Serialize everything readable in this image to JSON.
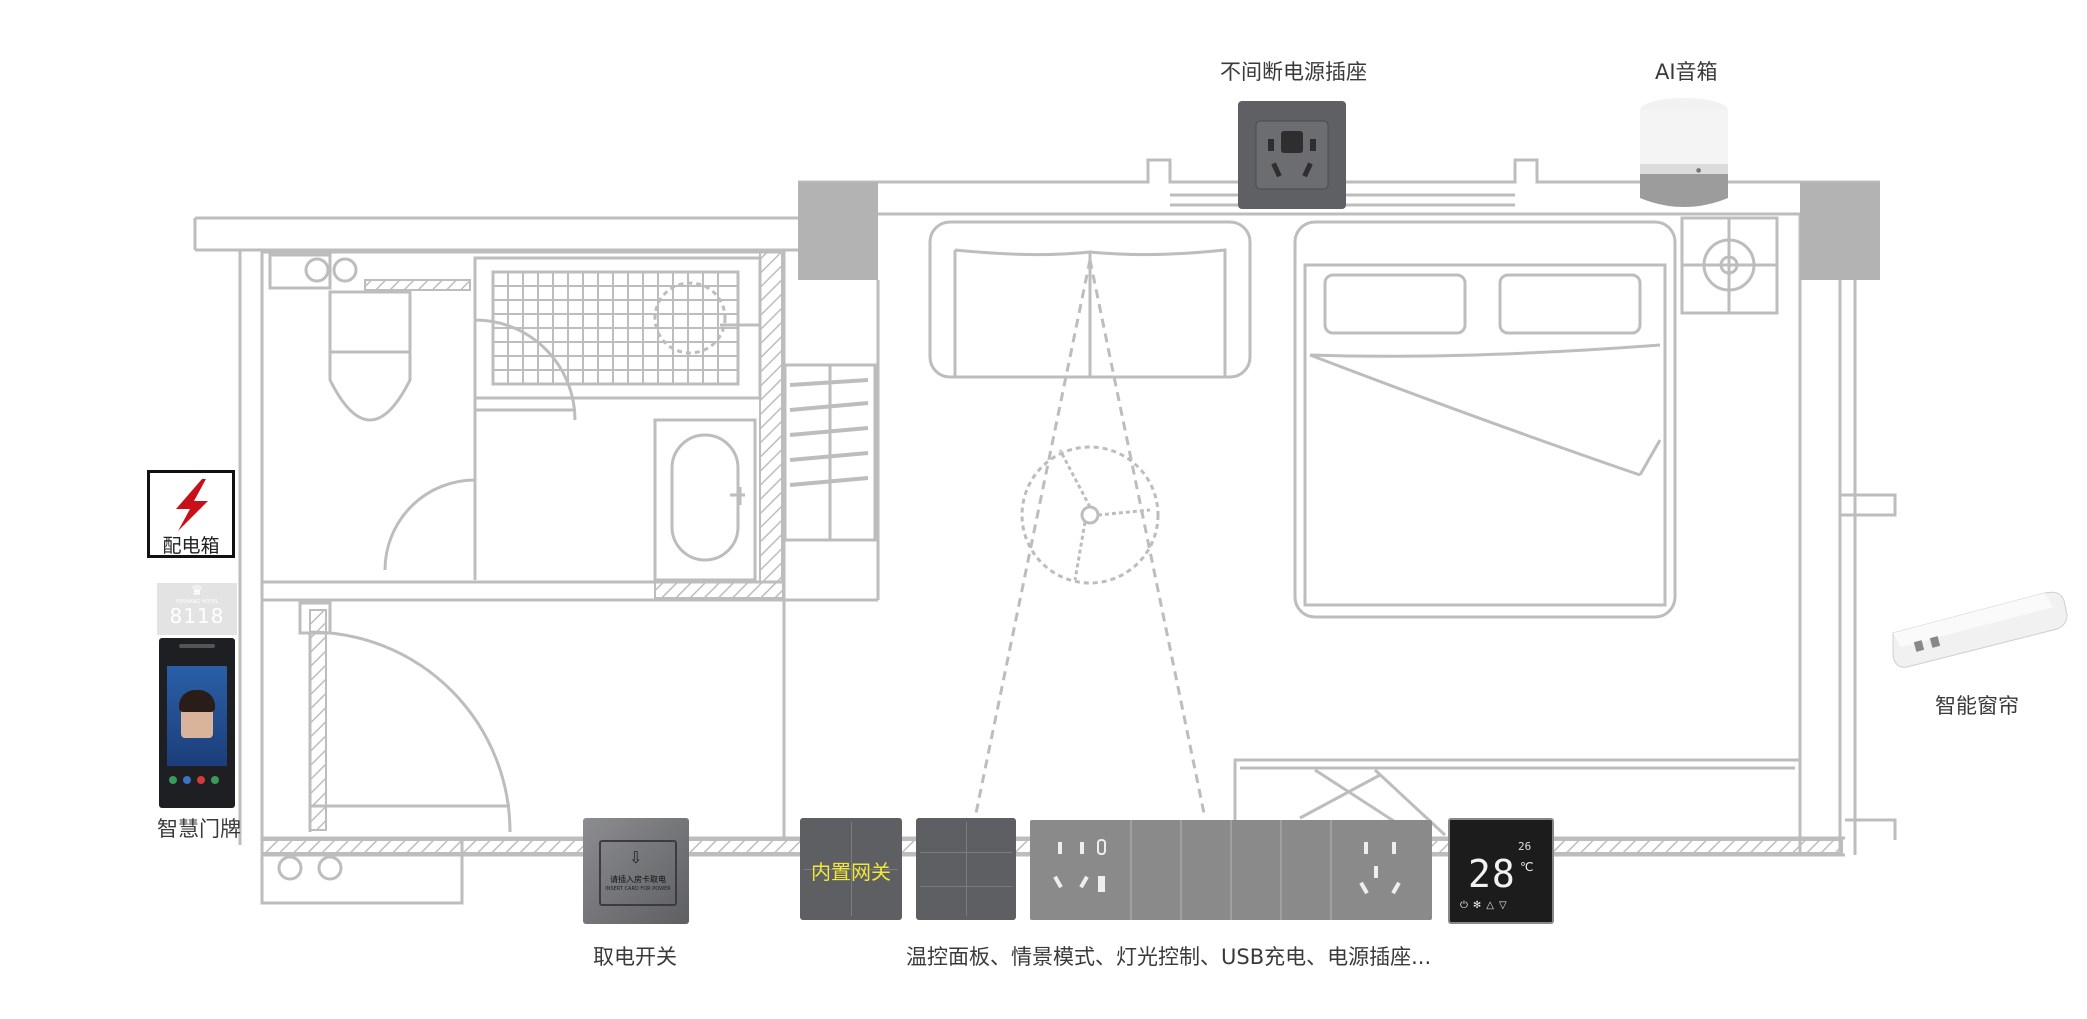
{
  "labels": {
    "ups_socket": "不间断电源插座",
    "ai_speaker": "AI音箱",
    "distribution_box": "配电箱",
    "smart_doorplate": "智慧门牌",
    "smart_curtain": "智能窗帘",
    "card_switch": "取电开关",
    "panel_list": "温控面板、情景模式、灯光控制、USB充电、电源插座..."
  },
  "doorplate": {
    "room_number": "8118",
    "hotel_name": "YUSHANG HOTEL"
  },
  "gateway": {
    "label": "内置网关"
  },
  "card_switch_panel": {
    "text_cn": "请插入房卡取电",
    "text_en": "INSERT CARD FOR POWER"
  },
  "thermostat": {
    "temperature": "28",
    "unit": "℃",
    "set_temp": "26"
  },
  "colors": {
    "line": "#bdbdbd",
    "wall_fill": "#b3b3b3",
    "panel_gray": "#8a8a8a",
    "panel_dark": "#5f6063",
    "gateway_text": "#f0e63c",
    "bolt_red": "#c8101b",
    "thermostat_bg": "#1c1c1c"
  }
}
